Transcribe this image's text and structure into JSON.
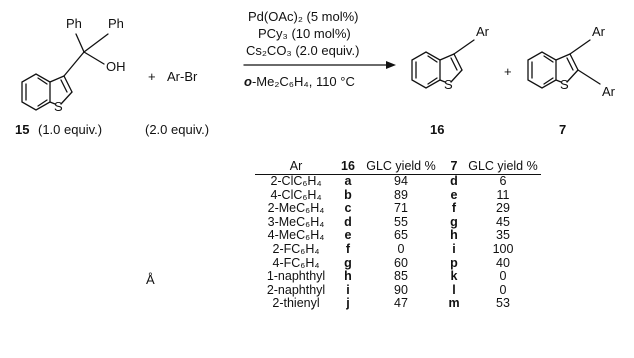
{
  "scheme": {
    "start_label": "15",
    "start_equiv": "(1.0 equiv.)",
    "reagent": "Ar-Br",
    "reagent_equiv": "(2.0 equiv.)",
    "plus": "+",
    "start_ph1": "Ph",
    "start_ph2": "Ph",
    "start_oh": "OH",
    "s_atom": "S",
    "ar": "Ar",
    "conditions": {
      "catalyst": "Pd(OAc)₂ (5 mol%)",
      "ligand": "PCy₃ (10 mol%)",
      "base": "Cs₂CO₃ (2.0 equiv.)",
      "solvent_prefix": "o",
      "solvent_rest": "-Me₂C₆H₄, 110 °C"
    },
    "product1_label": "16",
    "product2_label": "7"
  },
  "table": {
    "headers": [
      "Ar",
      "16",
      "GLC yield %",
      "7",
      "GLC yield %"
    ],
    "rows": [
      [
        "2-ClC₆H₄",
        "a",
        "94",
        "d",
        "6"
      ],
      [
        "4-ClC₆H₄",
        "b",
        "89",
        "e",
        "11"
      ],
      [
        "2-MeC₆H₄",
        "c",
        "71",
        "f",
        "29"
      ],
      [
        "3-MeC₆H₄",
        "d",
        "55",
        "g",
        "45"
      ],
      [
        "4-MeC₆H₄",
        "e",
        "65",
        "h",
        "35"
      ],
      [
        "2-FC₆H₄",
        "f",
        "0",
        "i",
        "100"
      ],
      [
        "4-FC₆H₄",
        "g",
        "60",
        "p",
        "40"
      ],
      [
        "1-naphthyl",
        "h",
        "85",
        "k",
        "0"
      ],
      [
        "2-naphthyl",
        "i",
        "90",
        "l",
        "0"
      ],
      [
        "2-thienyl",
        "j",
        "47",
        "m",
        "53"
      ]
    ]
  },
  "stray_mark": "Å"
}
